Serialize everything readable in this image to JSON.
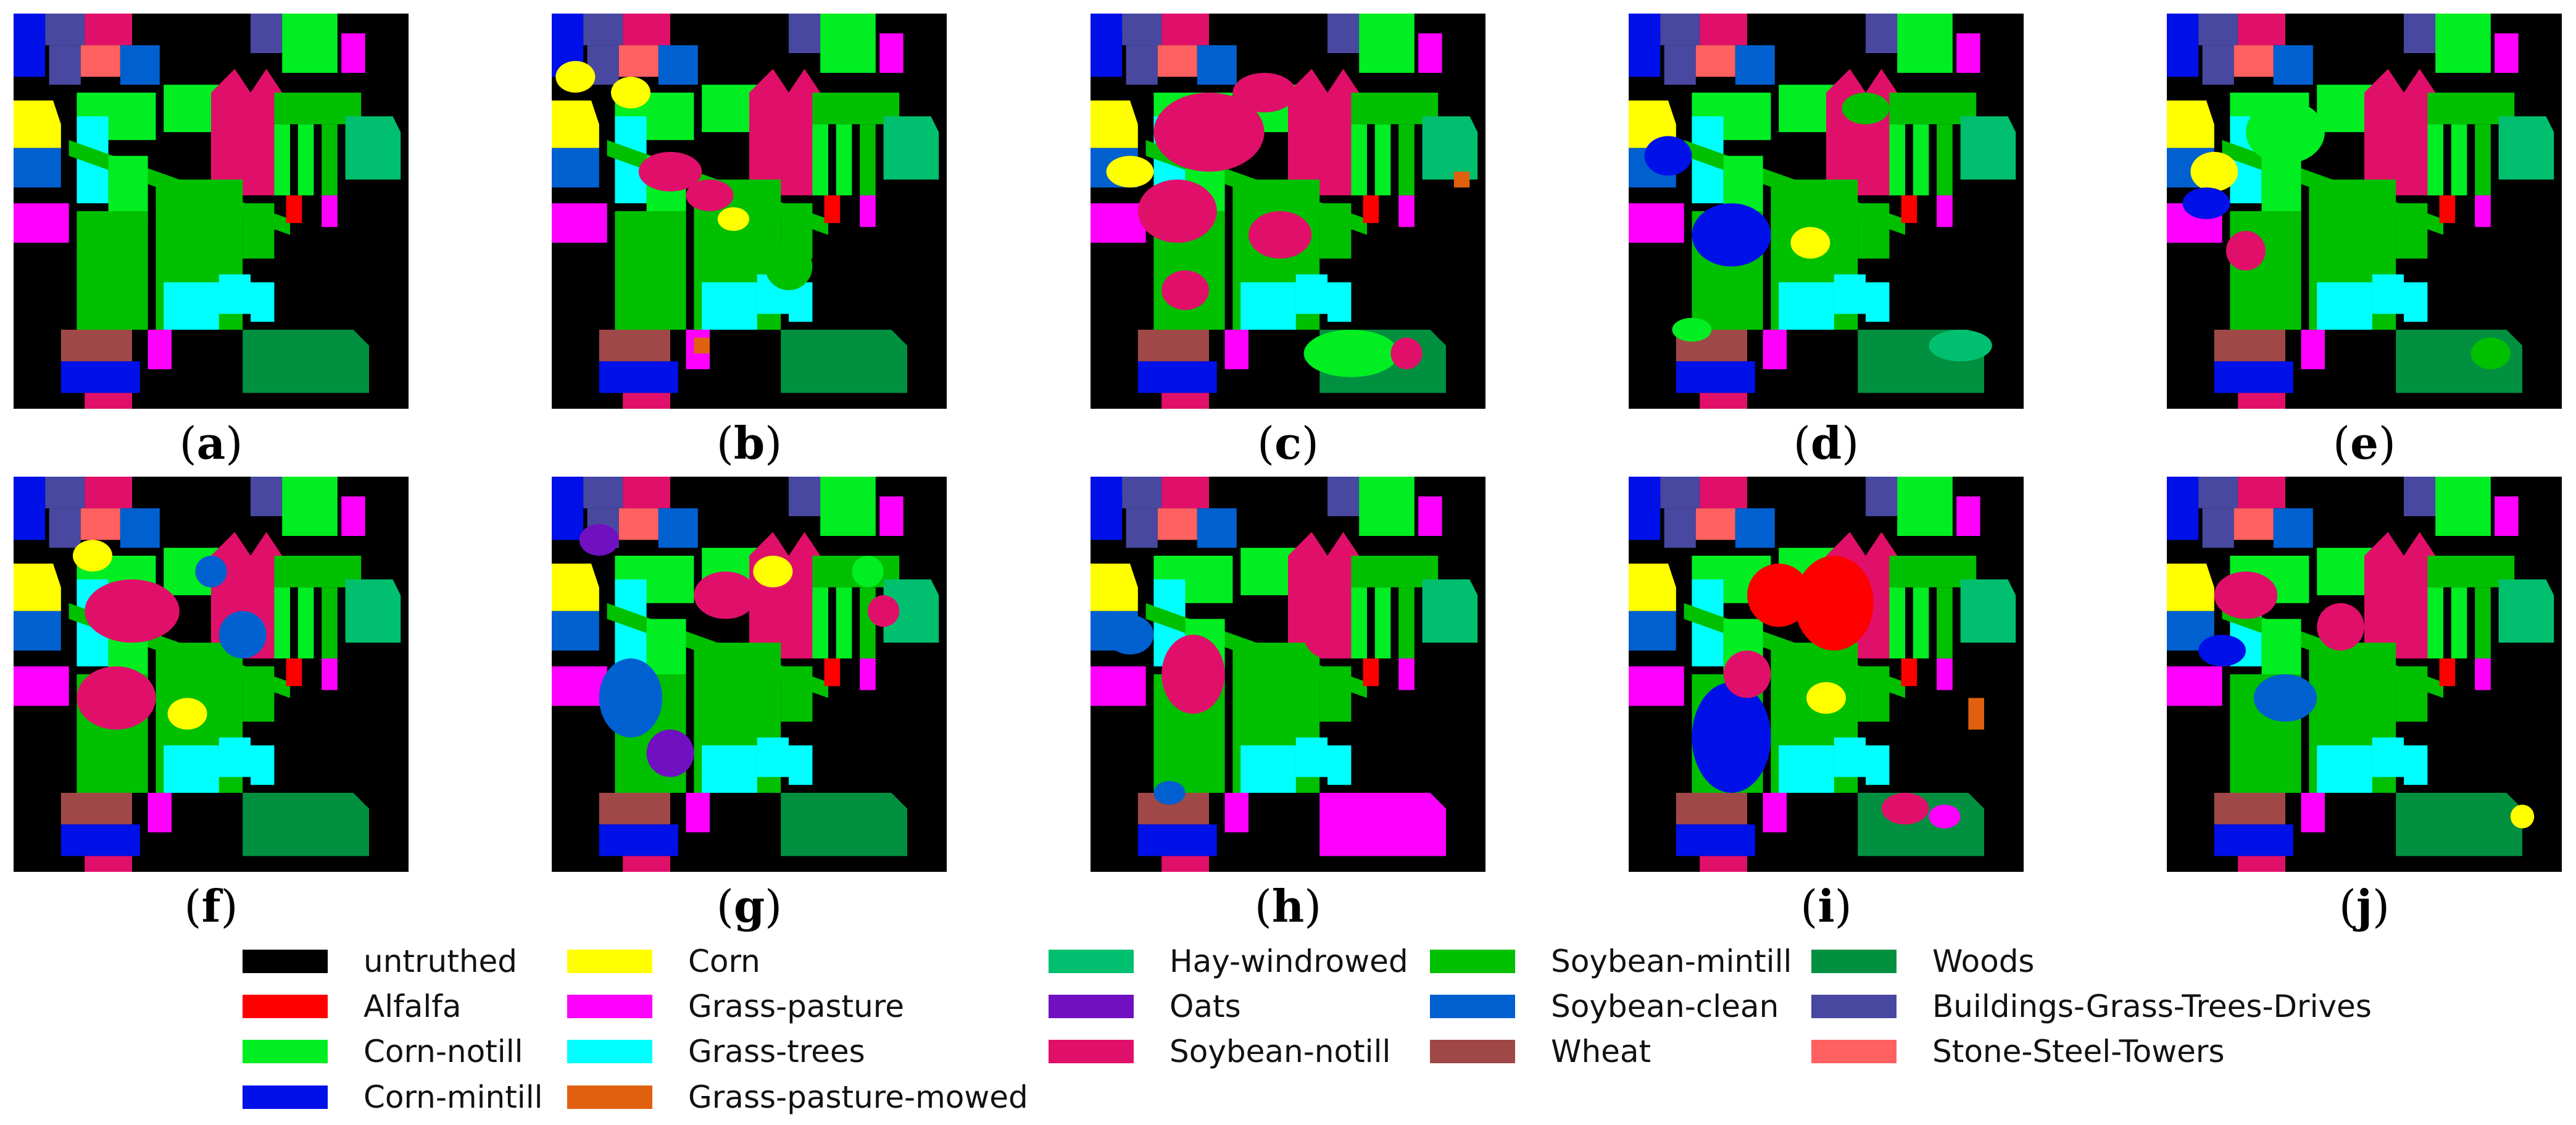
{
  "panels": [
    {
      "id": "a",
      "caption": "a"
    },
    {
      "id": "b",
      "caption": "b"
    },
    {
      "id": "c",
      "caption": "c"
    },
    {
      "id": "d",
      "caption": "d"
    },
    {
      "id": "e",
      "caption": "e"
    },
    {
      "id": "f",
      "caption": "f"
    },
    {
      "id": "g",
      "caption": "g"
    },
    {
      "id": "h",
      "caption": "h"
    },
    {
      "id": "i",
      "caption": "i"
    },
    {
      "id": "j",
      "caption": "j"
    }
  ],
  "legend": [
    {
      "label": "untruthed",
      "color": "#000000"
    },
    {
      "label": "Alfalfa",
      "color": "#ff0000"
    },
    {
      "label": "Corn-notill",
      "color": "#00ee22"
    },
    {
      "label": "Corn-mintill",
      "color": "#0010e8"
    },
    {
      "label": "Corn",
      "color": "#ffff00"
    },
    {
      "label": "Grass-pasture",
      "color": "#ff00ff"
    },
    {
      "label": "Grass-trees",
      "color": "#00ffff"
    },
    {
      "label": "Grass-pasture-mowed",
      "color": "#e06010"
    },
    {
      "label": "Hay-windrowed",
      "color": "#00c070"
    },
    {
      "label": "Oats",
      "color": "#7010c0"
    },
    {
      "label": "Soybean-notill",
      "color": "#e0106a"
    },
    {
      "label": "Wheat",
      "color": "#a04848"
    },
    {
      "label": "Soybean-mintill",
      "color": "#00c000"
    },
    {
      "label": "Soybean-clean",
      "color": "#0060d0"
    },
    {
      "label": "Woods",
      "color": "#009040"
    },
    {
      "label": "Buildings-Grass-Trees-Drives",
      "color": "#4848a0"
    },
    {
      "label": "Stone-Steel-Towers",
      "color": "#ff6060"
    }
  ]
}
